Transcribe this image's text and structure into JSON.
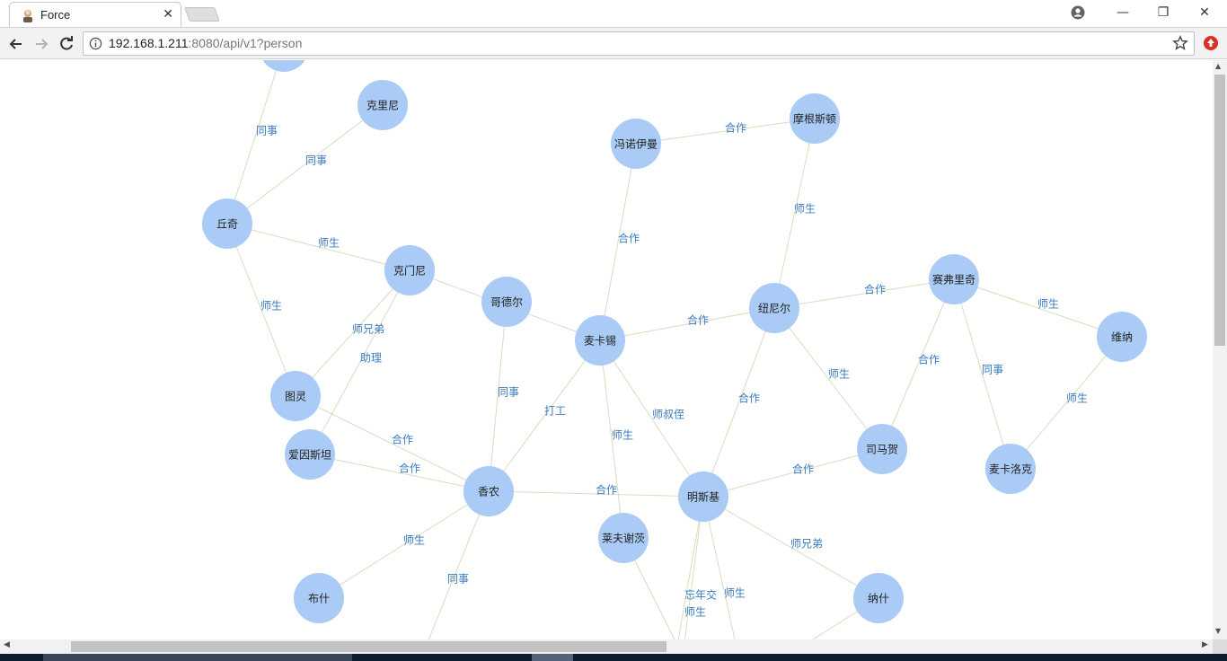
{
  "browser": {
    "tab_title": "Force",
    "tab_close": "✕",
    "window_buttons": {
      "minimize": "—",
      "restore": "❐",
      "close": "✕"
    },
    "url_host": "192.168.1.211",
    "url_path": ":8080/api/v1?person",
    "scroll_up": "▲",
    "scroll_down": "▼",
    "scroll_left": "◀",
    "scroll_right": "▶"
  },
  "graph": {
    "node_color": "#a9cbf5",
    "edge_color": "#d9dcc0",
    "label_color": "#3a7bbf",
    "nodes": [
      {
        "id": "top",
        "label": ""
      },
      {
        "id": "kelini",
        "label": "克里尼"
      },
      {
        "id": "fengnuo",
        "label": "冯诺伊曼"
      },
      {
        "id": "mogen",
        "label": "摩根斯顿"
      },
      {
        "id": "qiuqi",
        "label": "丘奇"
      },
      {
        "id": "kemeni",
        "label": "克门尼"
      },
      {
        "id": "gedeer",
        "label": "哥德尔"
      },
      {
        "id": "maikaxi",
        "label": "麦卡锡"
      },
      {
        "id": "niunier",
        "label": "纽尼尔"
      },
      {
        "id": "saifu",
        "label": "赛弗里奇"
      },
      {
        "id": "weina",
        "label": "维纳"
      },
      {
        "id": "tuling",
        "label": "图灵"
      },
      {
        "id": "aiyin",
        "label": "爱因斯坦"
      },
      {
        "id": "xiangnong",
        "label": "香农"
      },
      {
        "id": "mingsiji",
        "label": "明斯基"
      },
      {
        "id": "simahe",
        "label": "司马贺"
      },
      {
        "id": "maikaluoke",
        "label": "麦卡洛克"
      },
      {
        "id": "laifu",
        "label": "莱夫谢茨"
      },
      {
        "id": "bushi",
        "label": "布什"
      },
      {
        "id": "nashi",
        "label": "纳什"
      },
      {
        "id": "bottom",
        "label": ""
      }
    ],
    "edges": [
      {
        "source": "top",
        "target": "qiuqi",
        "label": "同事"
      },
      {
        "source": "kelini",
        "target": "qiuqi",
        "label": "同事"
      },
      {
        "source": "fengnuo",
        "target": "mogen",
        "label": "合作"
      },
      {
        "source": "fengnuo",
        "target": "maikaxi",
        "label": "合作"
      },
      {
        "source": "mogen",
        "target": "niunier",
        "label": "师生"
      },
      {
        "source": "qiuqi",
        "target": "kemeni",
        "label": "师生"
      },
      {
        "source": "qiuqi",
        "target": "tuling",
        "label": "师生"
      },
      {
        "source": "kemeni",
        "target": "tuling",
        "label": "师兄弟"
      },
      {
        "source": "kemeni",
        "target": "aiyin",
        "label": "助理"
      },
      {
        "source": "kemeni",
        "target": "maikaxi",
        "label": ""
      },
      {
        "source": "gedeer",
        "target": "xiangnong",
        "label": "同事"
      },
      {
        "source": "maikaxi",
        "target": "niunier",
        "label": "合作"
      },
      {
        "source": "maikaxi",
        "target": "xiangnong",
        "label": "打工"
      },
      {
        "source": "maikaxi",
        "target": "laifu",
        "label": "师生"
      },
      {
        "source": "maikaxi",
        "target": "mingsiji",
        "label": "师叔侄"
      },
      {
        "source": "niunier",
        "target": "saifu",
        "label": "合作"
      },
      {
        "source": "niunier",
        "target": "simahe",
        "label": "师生"
      },
      {
        "source": "niunier",
        "target": "mingsiji",
        "label": "合作"
      },
      {
        "source": "saifu",
        "target": "weina",
        "label": "师生"
      },
      {
        "source": "saifu",
        "target": "simahe",
        "label": "合作"
      },
      {
        "source": "saifu",
        "target": "maikaluoke",
        "label": "同事"
      },
      {
        "source": "weina",
        "target": "maikaluoke",
        "label": "师生"
      },
      {
        "source": "tuling",
        "target": "xiangnong",
        "label": "合作"
      },
      {
        "source": "aiyin",
        "target": "xiangnong",
        "label": "合作"
      },
      {
        "source": "xiangnong",
        "target": "mingsiji",
        "label": "合作"
      },
      {
        "source": "xiangnong",
        "target": "bushi",
        "label": "师生"
      },
      {
        "source": "xiangnong",
        "target": "bottom",
        "label": "同事"
      },
      {
        "source": "mingsiji",
        "target": "simahe",
        "label": "合作"
      },
      {
        "source": "mingsiji",
        "target": "nashi",
        "label": "师兄弟"
      },
      {
        "source": "mingsiji",
        "target": "bottom",
        "label": "师生"
      },
      {
        "source": "mingsiji",
        "target": "bottom",
        "label": "忘年交"
      },
      {
        "source": "mingsiji",
        "target": "bottom",
        "label": "师生"
      },
      {
        "source": "laifu",
        "target": "bottom",
        "label": ""
      },
      {
        "source": "nashi",
        "target": "bottom",
        "label": ""
      }
    ]
  }
}
